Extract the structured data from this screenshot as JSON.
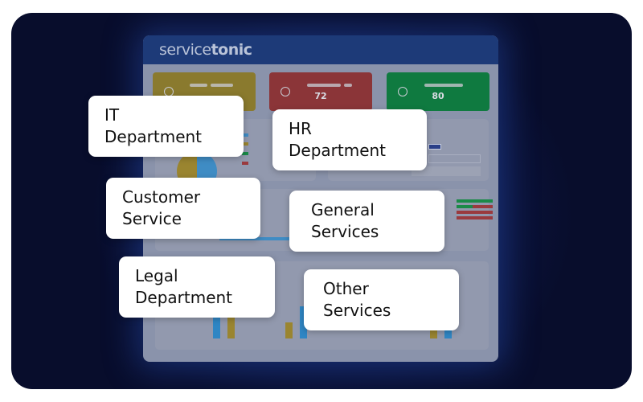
{
  "app": {
    "logo_light": "service",
    "logo_bold": "tonic"
  },
  "stats": [
    {
      "color": "#8a7a2e",
      "value": ""
    },
    {
      "color": "#8b3538",
      "value": "72"
    },
    {
      "color": "#0f7a40",
      "value": "80"
    }
  ],
  "labels": [
    {
      "line1": "IT",
      "line2": "Department"
    },
    {
      "line1": "HR",
      "line2": "Department"
    },
    {
      "line1": "Customer",
      "line2": "Service"
    },
    {
      "line1": "General",
      "line2": "Services"
    },
    {
      "line1": "Legal",
      "line2": "Department"
    },
    {
      "line1": "Other",
      "line2": "Services"
    }
  ],
  "colors": {
    "blue": "#2f86c4",
    "yellow": "#9a8530",
    "green": "#1a8a48",
    "red": "#9a3a3e"
  }
}
